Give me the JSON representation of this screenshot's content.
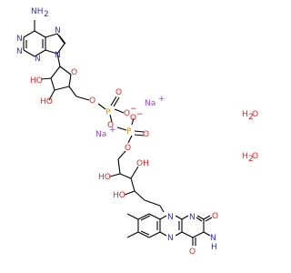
{
  "molecule": {
    "adenine": {
      "amine": "NH",
      "amine_sub": "2",
      "n_a": "N",
      "n_b": "N",
      "n_c": "N",
      "n_d": "N",
      "n_e": "N"
    },
    "ribose": {
      "ring_o": "O",
      "oh1": "HO",
      "oh2": "HO",
      "ch2_o": "O"
    },
    "phosphate": {
      "p1": "P",
      "p1_o_dbl": "O",
      "p1_o_minus": "O",
      "p1_charge": "−",
      "bridge_o": "O",
      "p2": "P",
      "p2_o_dbl": "O",
      "p2_o_minus": "O",
      "p2_charge": "−",
      "ester_o": "O"
    },
    "ribityl": {
      "oh_a": "HO",
      "oh_b": "OH",
      "oh_c": "HO"
    },
    "flavin": {
      "n10": "N",
      "n1": "N",
      "n5": "N",
      "n3": "N",
      "n3_h": "H",
      "o2": "O",
      "o4": "O"
    }
  },
  "counterions": {
    "na1": "Na",
    "na1_charge": "+",
    "na2": "Na",
    "na2_charge": "+"
  },
  "waters": {
    "w1_h": "H",
    "w1_sub": "2",
    "w1_o": "O",
    "w2_h": "H",
    "w2_sub": "2",
    "w2_o": "O"
  },
  "colors": {
    "nitrogen": "#2c2cf0",
    "oxygen": "#ee2020",
    "phosphorus": "#ee8a00",
    "sodium": "#a040d8",
    "bond": "#000000"
  }
}
